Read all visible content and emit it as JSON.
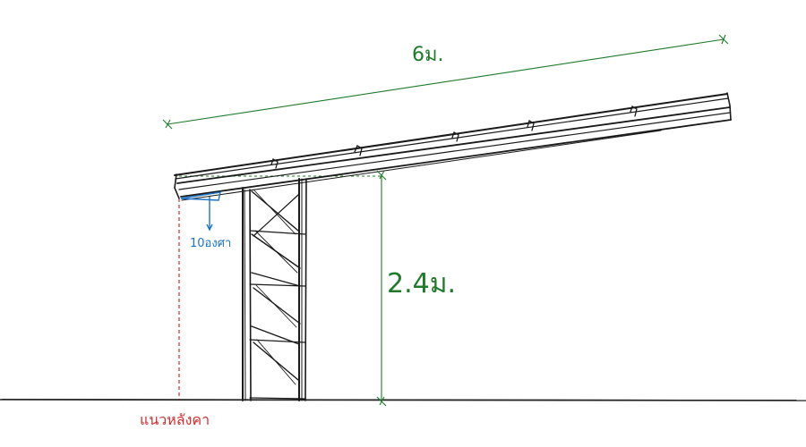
{
  "labels": {
    "roof_length": "6ม.",
    "height": "2.4ม.",
    "slope": "10องศา",
    "roof_edge_line": "แนวหลังคา"
  },
  "colors": {
    "dimension": "#1f7a2a",
    "slope": "#1a73c9",
    "roof_edge": "#d62a2a",
    "structure": "#1a1a1a"
  }
}
